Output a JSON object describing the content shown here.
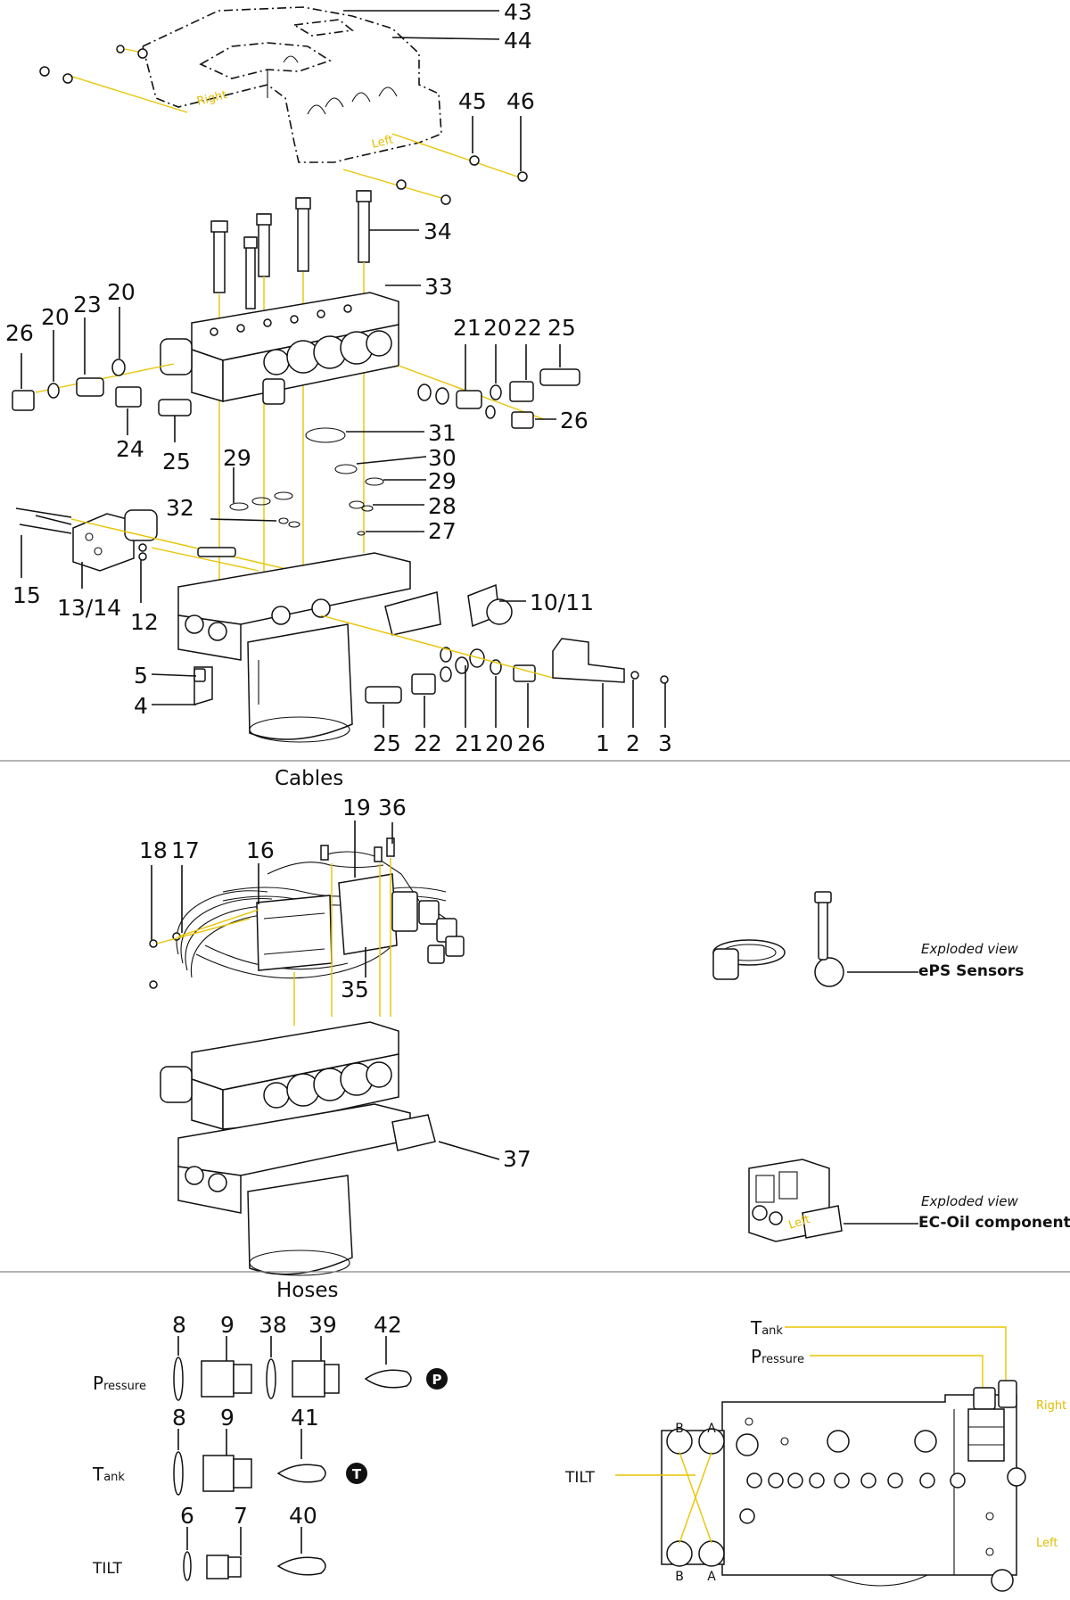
{
  "sections": {
    "cables": "Cables",
    "hoses": "Hoses"
  },
  "callouts": {
    "c43": "43",
    "c44": "44",
    "c45": "45",
    "c46": "46",
    "c34": "34",
    "c33": "33",
    "c26a": "26",
    "c20a": "20",
    "c23": "23",
    "c20b": "20",
    "c24": "24",
    "c25a": "25",
    "c21a": "21",
    "c20c": "20",
    "c22a": "22",
    "c25b": "25",
    "c26b": "26",
    "c31": "31",
    "c30": "30",
    "c29a": "29",
    "c29b": "29",
    "c28": "28",
    "c27": "27",
    "c32": "32",
    "c15": "15",
    "c13_14": "13/14",
    "c12": "12",
    "c10_11": "10/11",
    "c5": "5",
    "c4": "4",
    "c25c": "25",
    "c22b": "22",
    "c21b": "21",
    "c20d": "20",
    "c26c": "26",
    "c1": "1",
    "c2": "2",
    "c3": "3",
    "c19": "19",
    "c36": "36",
    "c18": "18",
    "c17": "17",
    "c16": "16",
    "c35": "35",
    "c37": "37",
    "h8a": "8",
    "h9a": "9",
    "h38": "38",
    "h39": "39",
    "h42": "42",
    "h8b": "8",
    "h9b": "9",
    "h41": "41",
    "h6": "6",
    "h7": "7",
    "h40": "40"
  },
  "cover_labels": {
    "right": "Right",
    "left": "Left"
  },
  "exploded": {
    "eps_caption": "Exploded view",
    "eps_title": "ePS Sensors",
    "ec_caption": "Exploded view",
    "ec_title": "EC-Oil components",
    "ec_side": "Left"
  },
  "hose_rows": {
    "pressure_cap": "P",
    "pressure_rest": "ressure",
    "pressure_badge": "P",
    "tank_cap": "T",
    "tank_rest": "ank",
    "tank_badge": "T",
    "tilt": "TILT"
  },
  "port_detail": {
    "tank_cap": "T",
    "tank_rest": "ank",
    "pressure_cap": "P",
    "pressure_rest": "ressure",
    "tilt": "TILT",
    "right": "Right",
    "left": "Left",
    "port_b": "B",
    "port_a": "A"
  },
  "colors": {
    "leader": "#e8c400",
    "line": "#111111",
    "divider": "#888888"
  }
}
